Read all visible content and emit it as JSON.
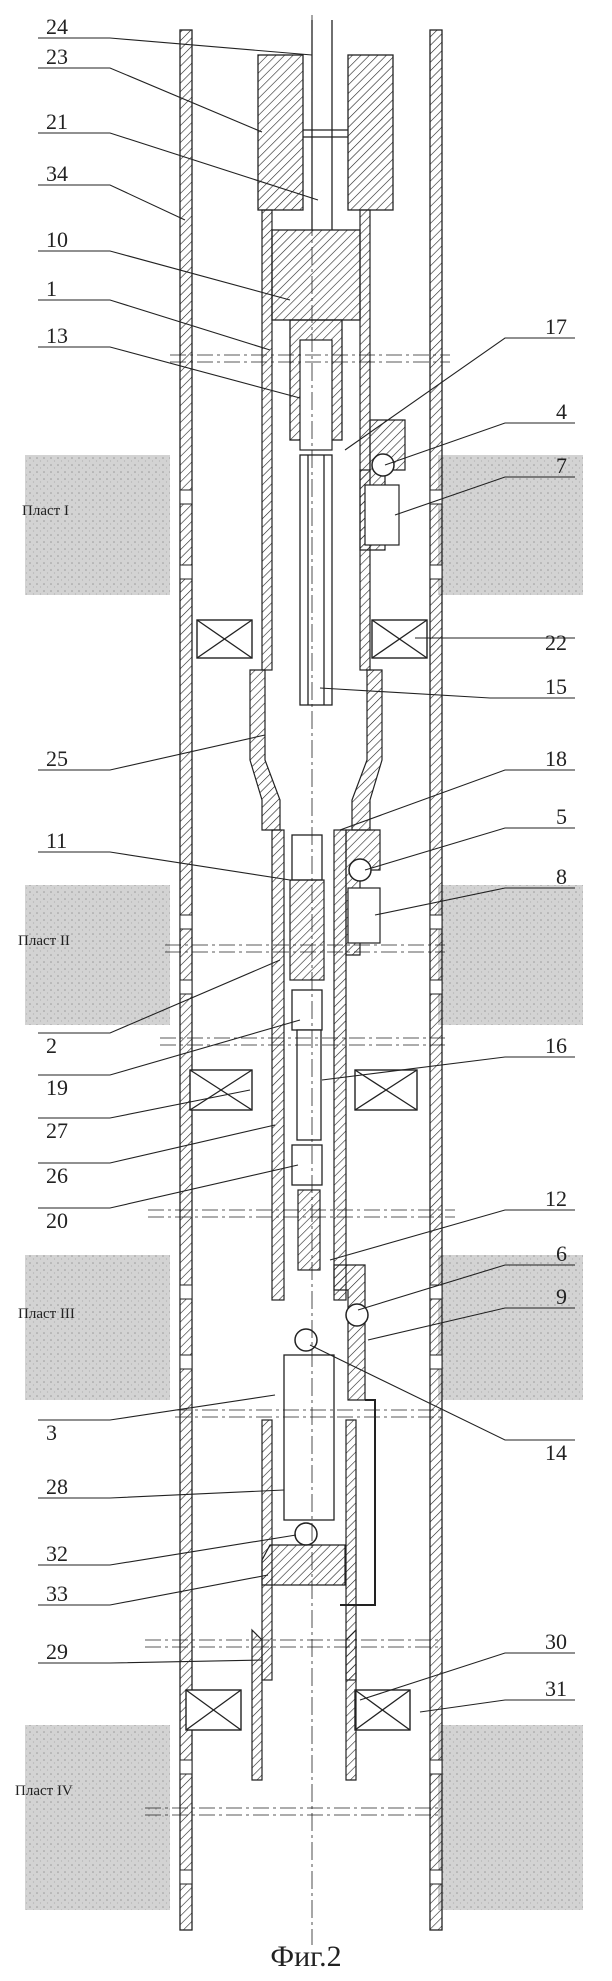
{
  "figure": {
    "caption": "Фиг.2",
    "zones": [
      {
        "label": "Пласт I"
      },
      {
        "label": "Пласт II"
      },
      {
        "label": "Пласт III"
      },
      {
        "label": "Пласт IV"
      }
    ],
    "callouts": [
      {
        "label": "24"
      },
      {
        "label": "23"
      },
      {
        "label": "21"
      },
      {
        "label": "34"
      },
      {
        "label": "10"
      },
      {
        "label": "1"
      },
      {
        "label": "13"
      },
      {
        "label": "17"
      },
      {
        "label": "4"
      },
      {
        "label": "7"
      },
      {
        "label": "22"
      },
      {
        "label": "15"
      },
      {
        "label": "25"
      },
      {
        "label": "18"
      },
      {
        "label": "5"
      },
      {
        "label": "11"
      },
      {
        "label": "8"
      },
      {
        "label": "2"
      },
      {
        "label": "19"
      },
      {
        "label": "16"
      },
      {
        "label": "27"
      },
      {
        "label": "26"
      },
      {
        "label": "20"
      },
      {
        "label": "12"
      },
      {
        "label": "6"
      },
      {
        "label": "9"
      },
      {
        "label": "3"
      },
      {
        "label": "14"
      },
      {
        "label": "28"
      },
      {
        "label": "32"
      },
      {
        "label": "33"
      },
      {
        "label": "29"
      },
      {
        "label": "30"
      },
      {
        "label": "31"
      }
    ]
  }
}
